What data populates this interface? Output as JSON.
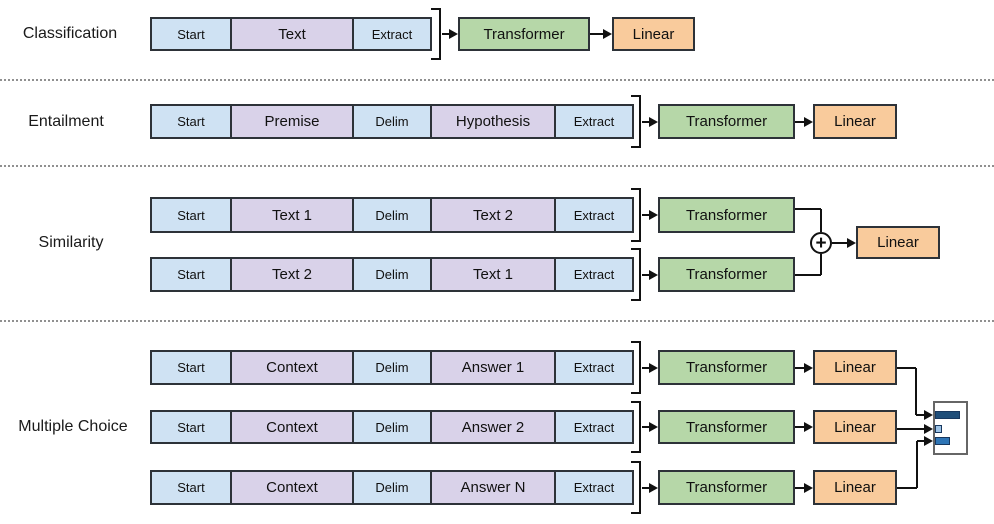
{
  "figure": {
    "tasks": [
      {
        "label": "Classification",
        "sequences": [
          [
            {
              "text": "Start",
              "type": "special"
            },
            {
              "text": "Text",
              "type": "content"
            },
            {
              "text": "Extract",
              "type": "special"
            }
          ]
        ]
      },
      {
        "label": "Entailment",
        "sequences": [
          [
            {
              "text": "Start",
              "type": "special"
            },
            {
              "text": "Premise",
              "type": "content"
            },
            {
              "text": "Delim",
              "type": "special"
            },
            {
              "text": "Hypothesis",
              "type": "content"
            },
            {
              "text": "Extract",
              "type": "special"
            }
          ]
        ]
      },
      {
        "label": "Similarity",
        "sequences": [
          [
            {
              "text": "Start",
              "type": "special"
            },
            {
              "text": "Text 1",
              "type": "content"
            },
            {
              "text": "Delim",
              "type": "special"
            },
            {
              "text": "Text 2",
              "type": "content"
            },
            {
              "text": "Extract",
              "type": "special"
            }
          ],
          [
            {
              "text": "Start",
              "type": "special"
            },
            {
              "text": "Text 2",
              "type": "content"
            },
            {
              "text": "Delim",
              "type": "special"
            },
            {
              "text": "Text 1",
              "type": "content"
            },
            {
              "text": "Extract",
              "type": "special"
            }
          ]
        ]
      },
      {
        "label": "Multiple Choice",
        "sequences": [
          [
            {
              "text": "Start",
              "type": "special"
            },
            {
              "text": "Context",
              "type": "content"
            },
            {
              "text": "Delim",
              "type": "special"
            },
            {
              "text": "Answer 1",
              "type": "content"
            },
            {
              "text": "Extract",
              "type": "special"
            }
          ],
          [
            {
              "text": "Start",
              "type": "special"
            },
            {
              "text": "Context",
              "type": "content"
            },
            {
              "text": "Delim",
              "type": "special"
            },
            {
              "text": "Answer 2",
              "type": "content"
            },
            {
              "text": "Extract",
              "type": "special"
            }
          ],
          [
            {
              "text": "Start",
              "type": "special"
            },
            {
              "text": "Context",
              "type": "content"
            },
            {
              "text": "Delim",
              "type": "special"
            },
            {
              "text": "Answer N",
              "type": "content"
            },
            {
              "text": "Extract",
              "type": "special"
            }
          ]
        ]
      }
    ],
    "blocks": {
      "transformer": "Transformer",
      "linear": "Linear"
    },
    "operators": {
      "plus": "+"
    },
    "prob_chart": {
      "description": "answer-score bars",
      "bars": [
        {
          "value": 1.0
        },
        {
          "value": 0.28
        },
        {
          "value": 0.6
        }
      ]
    }
  },
  "colors": {
    "token_special": "#cfe2f3",
    "token_content": "#d9d2e9",
    "transformer": "#b6d7a8",
    "linear": "#f9cb9c",
    "box_border": "#2d3238",
    "line": "#111111",
    "separator": "#909090",
    "bar_dark": "#1f4e79",
    "bar_light": "#9dc3e6",
    "bar_mid": "#2e75b6",
    "chart_border": "#666666"
  }
}
